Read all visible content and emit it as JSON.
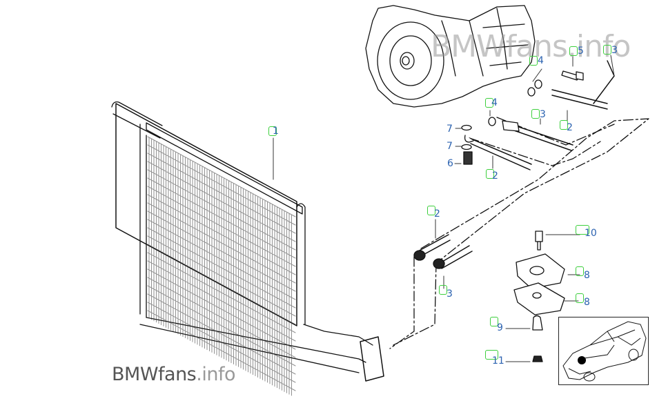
{
  "diagram": {
    "subject": "Automatic transmission oil cooler and lines",
    "watermark_top": "BMWfans.info",
    "watermark_bottom": {
      "brand": "BMWfans",
      "tld": ".info"
    },
    "callout_box_color": "#3ccf3c",
    "label_color": "#2b62b0",
    "callouts": [
      {
        "id": "c1",
        "number": "1",
        "part": "oil-cooler"
      },
      {
        "id": "c2a",
        "number": "2",
        "part": "oil-line"
      },
      {
        "id": "c2b",
        "number": "2",
        "part": "oil-line"
      },
      {
        "id": "c2c",
        "number": "2",
        "part": "oil-line"
      },
      {
        "id": "c3a",
        "number": "3",
        "part": "oil-line"
      },
      {
        "id": "c3b",
        "number": "3",
        "part": "oil-line"
      },
      {
        "id": "c3c",
        "number": "3",
        "part": "oil-line"
      },
      {
        "id": "c4a",
        "number": "4",
        "part": "o-ring"
      },
      {
        "id": "c4b",
        "number": "4",
        "part": "o-ring"
      },
      {
        "id": "c5",
        "number": "5",
        "part": "bolt"
      },
      {
        "id": "c8a",
        "number": "8",
        "part": "bracket"
      },
      {
        "id": "c8b",
        "number": "8",
        "part": "bracket"
      },
      {
        "id": "c9",
        "number": "9",
        "part": "rubber-mount"
      },
      {
        "id": "c10",
        "number": "10",
        "part": "bolt"
      },
      {
        "id": "c11",
        "number": "11",
        "part": "nut"
      }
    ],
    "plain_labels": [
      {
        "number": "7",
        "part": "seal-washer"
      },
      {
        "number": "7",
        "part": "seal-washer"
      },
      {
        "number": "6",
        "part": "banjo-bolt"
      }
    ],
    "inset": {
      "description": "vehicle location indicator",
      "marker": "front-left engine bay"
    }
  }
}
